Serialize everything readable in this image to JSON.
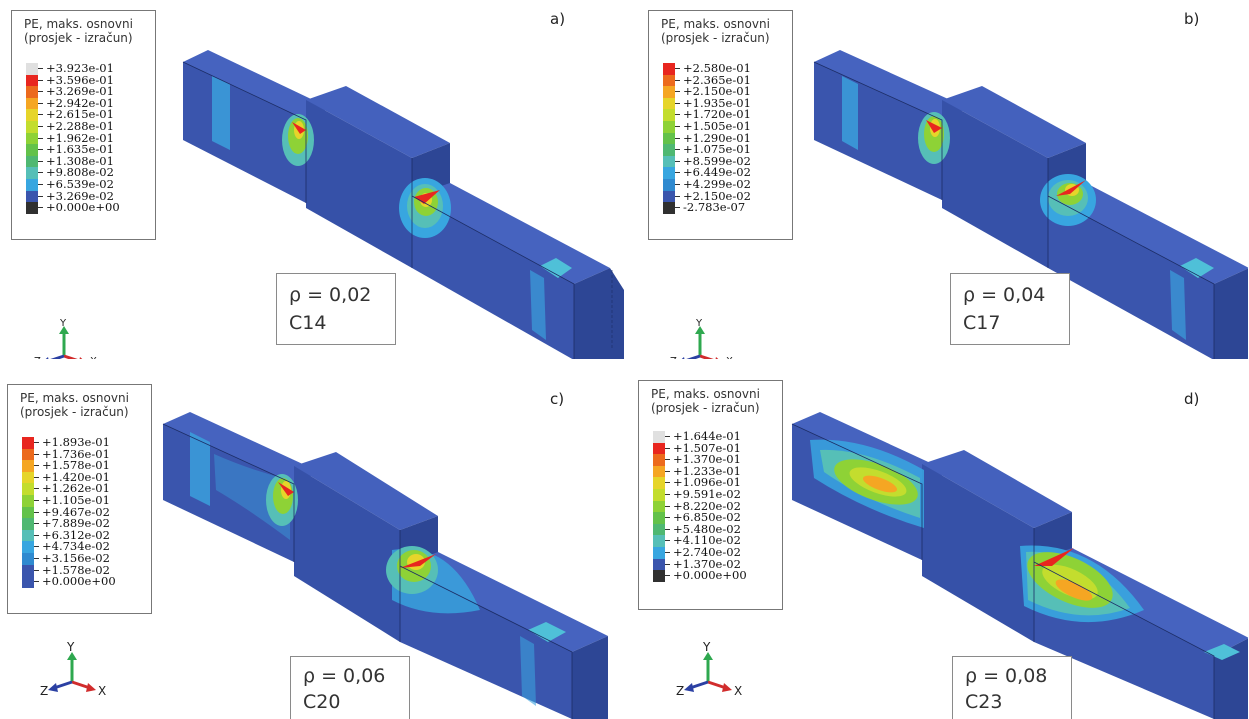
{
  "colors": {
    "background": "#ffffff",
    "beam_base": "#3a55ad",
    "beam_dark": "#2d4695",
    "beam_top": "#4663bf",
    "hot_red": "#e8261f",
    "legend_scale": [
      "#e0e0e0",
      "#e8261f",
      "#ec6a1d",
      "#f5a623",
      "#e6d52a",
      "#c3dd2e",
      "#8ed236",
      "#63c24a",
      "#4fb872",
      "#56bfb7",
      "#38a6e0",
      "#3a55ad",
      "#303030"
    ]
  },
  "panels": [
    {
      "letter": "a)",
      "legend": {
        "title_line1": "PE, maks. osnovni",
        "title_line2": "(prosjek - izračun)",
        "values": [
          "+3.923e-01",
          "+3.596e-01",
          "+3.269e-01",
          "+2.942e-01",
          "+2.615e-01",
          "+2.288e-01",
          "+1.962e-01",
          "+1.635e-01",
          "+1.308e-01",
          "+9.808e-02",
          "+6.539e-02",
          "+3.269e-02",
          "+0.000e+00"
        ]
      },
      "rho": "ρ = 0,02",
      "case": "C14",
      "triad": {
        "y": "Y",
        "z": "Z",
        "x": "X"
      }
    },
    {
      "letter": "b)",
      "legend": {
        "title_line1": "PE, maks. osnovni",
        "title_line2": "(prosjek - izračun)",
        "values": [
          "+2.580e-01",
          "+2.365e-01",
          "+2.150e-01",
          "+1.935e-01",
          "+1.720e-01",
          "+1.505e-01",
          "+1.290e-01",
          "+1.075e-01",
          "+8.599e-02",
          "+6.449e-02",
          "+4.299e-02",
          "+2.150e-02",
          "-2.783e-07"
        ]
      },
      "rho": "ρ = 0,04",
      "case": "C17",
      "triad": {
        "y": "Y",
        "z": "Z",
        "x": "X"
      }
    },
    {
      "letter": "c)",
      "legend": {
        "title_line1": "PE, maks. osnovni",
        "title_line2": "(prosjek - izračun)",
        "values": [
          "+1.893e-01",
          "+1.736e-01",
          "+1.578e-01",
          "+1.420e-01",
          "+1.262e-01",
          "+1.105e-01",
          "+9.467e-02",
          "+7.889e-02",
          "+6.312e-02",
          "+4.734e-02",
          "+3.156e-02",
          "+1.578e-02",
          "+0.000e+00"
        ]
      },
      "rho": "ρ = 0,06",
      "case": "C20",
      "triad": {
        "y": "Y",
        "z": "Z",
        "x": "X"
      }
    },
    {
      "letter": "d)",
      "legend": {
        "title_line1": "PE, maks. osnovni",
        "title_line2": "(prosjek - izračun)",
        "values": [
          "+1.644e-01",
          "+1.507e-01",
          "+1.370e-01",
          "+1.233e-01",
          "+1.096e-01",
          "+9.591e-02",
          "+8.220e-02",
          "+6.850e-02",
          "+5.480e-02",
          "+4.110e-02",
          "+2.740e-02",
          "+1.370e-02",
          "+0.000e+00"
        ]
      },
      "rho": "ρ = 0,08",
      "case": "C23",
      "triad": {
        "y": "Y",
        "z": "Z",
        "x": "X"
      }
    }
  ]
}
